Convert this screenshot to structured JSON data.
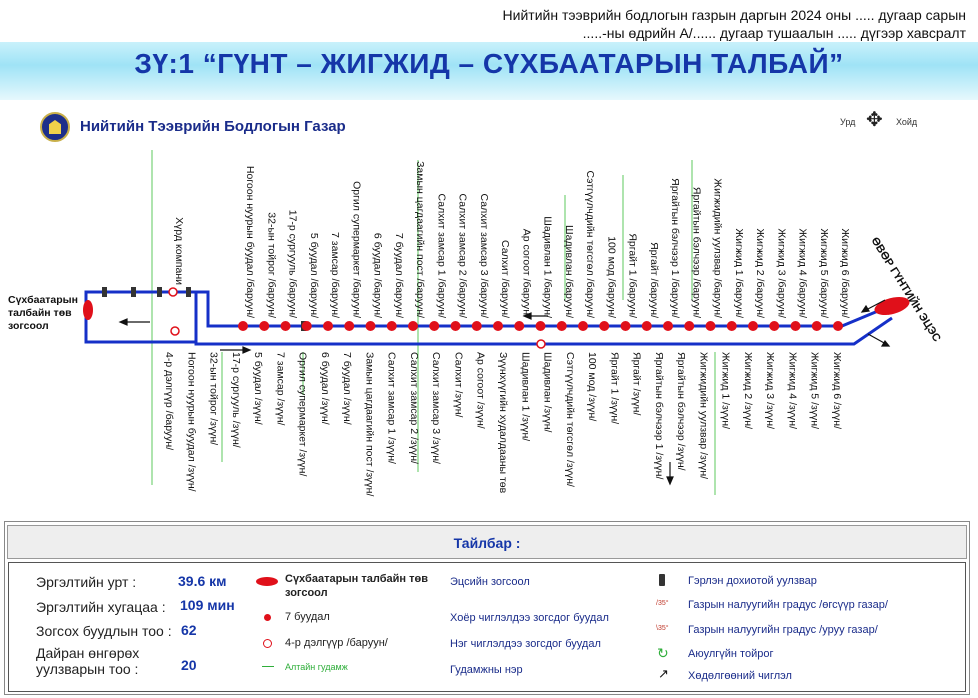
{
  "header_note": "Нийтийн тээврийн бодлогын газрын даргын 2024 оны ..... дугаар сарын .....-ны өдрийн А/...... дугаар тушаалын ..... дүгээр хавсралт",
  "route_title": "ЗҮ:1 “ГҮНТ – ЖИГЖИД – СҮХБААТАРЫН ТАЛБАЙ”",
  "agency_name": "Нийтийн Тээврийн Бодлогын Газар",
  "compass": {
    "west": "Урд",
    "east": "Хойд"
  },
  "terminal_west": "Сүхбаатарын талбайн төв зогсоол",
  "terminal_east": "ӨВӨР ГҮНТИЙН ЭЦЭС",
  "hurd_label": "Хүрд компани",
  "top_stops": [
    "Ногоон нуурын буудал /баруун/",
    "32-ын тойрог /баруун/",
    "17-р сургууль /баруун/",
    "5 буудал /баруун/",
    "7 зам­сар /баруун/",
    "Оргил супермаркет /баруун/",
    "6 буудал /баруун/",
    "7 буудал /баруун/",
    "Замын цагдаагийн пост /баруун/",
    "Салхит зам­сар 1 /баруун/",
    "Салхит зам­сар 2 /баруун/",
    "Салхит зам­сар 3 /баруун/",
    "Салхит /баруун/",
    "Ар согоот /баруун/",
    "Шадивлан 1 /баруун/",
    "Шадивлан /баруун/",
    "Сэтгүүлчдийн төгсгөл /баруун/",
    "100 мод /баруун/",
    "Яргайт 1 /баруун/",
    "Яргайт /баруун/",
    "Яргайтын бэлчээр 1 /баруун/",
    "Яргайтын бэлчээр /баруун/",
    "Жигжидийн уулзвар /баруун/",
    "Жигжид 1 /баруун/",
    "Жигжид 2 /баруун/",
    "Жигжид 3 /баруун/",
    "Жигжид 4 /баруун/",
    "Жигжид 5 /баруун/",
    "Жигжид 6 /баруун/"
  ],
  "bottom_stops": [
    "4-р дэлгүүр /баруун/",
    "Ногоон нуурын буудал /зүүн/",
    "32-ын тойрог /зүүн/",
    "17-р сургууль /зүүн/",
    "5 буудал /зүүн/",
    "7 зам­сар /зүүн/",
    "Оргил супермаркет /зүүн/",
    "6 буудал /зүүн/",
    "7 буудал /зүүн/",
    "Замын цагдаагийн пост /зүүн/",
    "Салхит зам­сар 1 /зүүн/",
    "Салхит зам­сар 2 /зүүн/",
    "Салхит зам­сар 3 /зүүн/",
    "Салхит /зүүн/",
    "Ар согоот /зүүн/",
    "Зүүнхүүгийн худалдааны төв",
    "Шадивлан 1 /зүүн/",
    "Шадивлан /зүүн/",
    "Сэтгүүлчдийн төгсгөл /зүүн/",
    "100 мод /зүүн/",
    "Яргайт 1 /зүүн/",
    "Яргайт /зүүн/",
    "Яргайтын бэлчээр 1 /зүүн/",
    "Яргайтын бэлчээр /зүүн/",
    "Жигжидийн уулзвар /зүүн/",
    "Жигжид 1 /зүүн/",
    "Жигжид 2 /зүүн/",
    "Жигжид 3 /зүүн/",
    "Жигжид 4 /зүүн/",
    "Жигжид 5 /зүүн/",
    "Жигжид 6 /зүүн/"
  ],
  "legend": {
    "title": "Тайлбар :",
    "length_label": "Эргэлтийн урт :",
    "length_value": "39.6 км",
    "interval_label": "Эргэлтийн хугацаа :",
    "interval_value": "109 мин",
    "stops_label": "Зогсох буудлын тоо :",
    "stops_value": "62",
    "intersections_label": "Дайран өнгөрөх уулзварын тоо :",
    "intersections_value": "20",
    "central_stop": "Сүхбаатарын талбайн төв зогсоол",
    "terminal_stop": "Эцсийн зогсоол",
    "bus_stop_example": "7 буудал",
    "two_way_stop": "Хоёр чиглэлдээ зогсдог буудал",
    "one_way_example": "4-р дэлгүүр /баруун/",
    "one_way_stop": "Нэг чиглэлдээ зогсдог буудал",
    "street_example": "Алтайн гудамж",
    "street_name": "Гудамжны нэр",
    "traffic_light": "Гэрлэн дохиотой уулзвар",
    "uphill": "Газрын налуугийн градус /өгсүүр газар/",
    "downhill": "Газрын налуугийн градус /уруу газар/",
    "roundabout": "Аюулгүйн тойрог",
    "direction": "Хөдөлгөөний чиглэл",
    "slope_up_value": "/35°",
    "slope_down_value": "\\35°"
  },
  "colors": {
    "route": "#1530c8",
    "stop": "#e0101a",
    "street": "#2fae3a",
    "title": "#1536a8"
  }
}
